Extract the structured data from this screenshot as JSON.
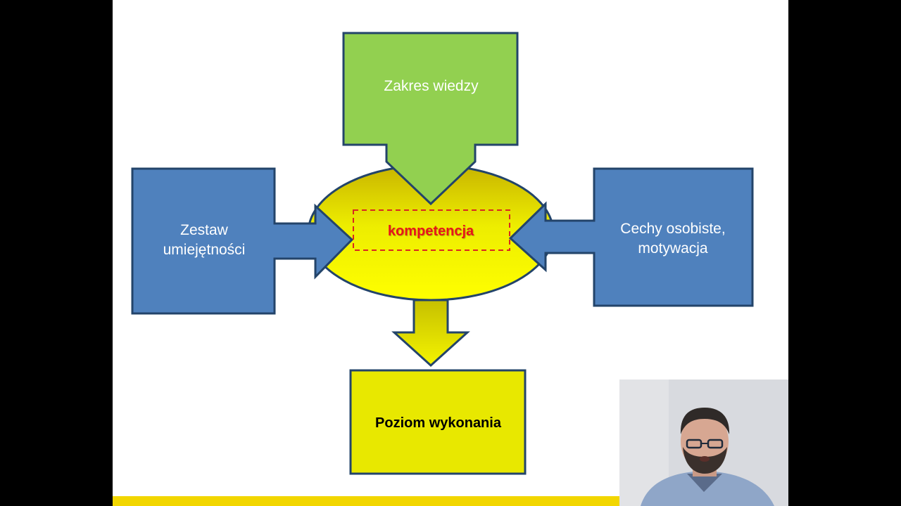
{
  "colors": {
    "letterbox": "#000000",
    "slide_background": "#ffffff",
    "green_box": "#92d050",
    "blue_box": "#4f81bd",
    "box_outline": "#23446a",
    "yellow_ellipse": "#f0f000",
    "yellow_box": "#e8e800",
    "competence_text": "#e8141b",
    "accent_bar": "#f2d600"
  },
  "diagram": {
    "knowledge": "Zakres wiedzy",
    "skills": "Zestaw\numiejętności",
    "traits": "Cechy osobiste,\nmotywacja",
    "competence": "kompetencja",
    "performance": "Poziom wykonania"
  },
  "webcam": {
    "description_icon": "presenter-webcam-icon"
  }
}
